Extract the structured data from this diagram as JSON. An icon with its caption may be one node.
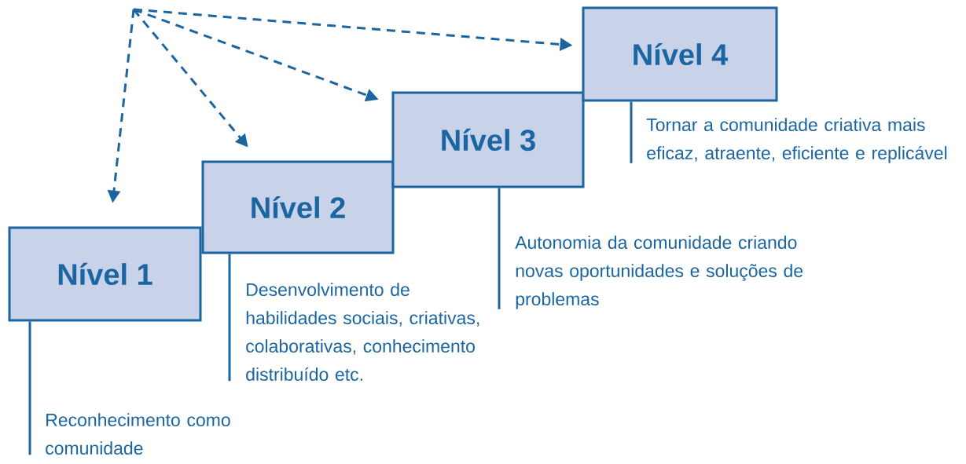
{
  "diagram": {
    "nodes": [
      {
        "text": [
          "Nível 1"
        ]
      },
      {
        "text": [
          "Nível 2"
        ]
      },
      {
        "text": [
          "Nível 3"
        ]
      },
      {
        "text": [
          "Nível 4"
        ]
      },
      {
        "text": [
          "Reconhecimento como comunidade"
        ]
      },
      {
        "text": [
          "Desenvolvimento de habilidades sociais, criativas, colaborativas, conhecimento distribuído etc."
        ]
      },
      {
        "text": [
          "Autonomia da comunidade criando novas oportunidades e soluções de problemas"
        ]
      },
      {
        "text": [
          "Tornar a comunidade criativa mais eficaz, atraente, eficiente e replicável"
        ]
      }
    ],
    "edges": [
      {
        "from": null,
        "to": 0,
        "arrow": "to",
        "style": "dashed"
      },
      {
        "from": null,
        "to": 1,
        "arrow": "to",
        "style": "dashed"
      },
      {
        "from": null,
        "to": 2,
        "arrow": "to",
        "style": "dashed"
      },
      {
        "from": null,
        "to": 3,
        "arrow": "to",
        "style": "dashed"
      },
      {
        "from": 0,
        "to": 4,
        "arrow": "none"
      },
      {
        "from": 1,
        "to": 5,
        "arrow": "none"
      },
      {
        "from": 2,
        "to": 6,
        "arrow": "none"
      },
      {
        "from": 3,
        "to": 7,
        "arrow": "none"
      }
    ]
  }
}
